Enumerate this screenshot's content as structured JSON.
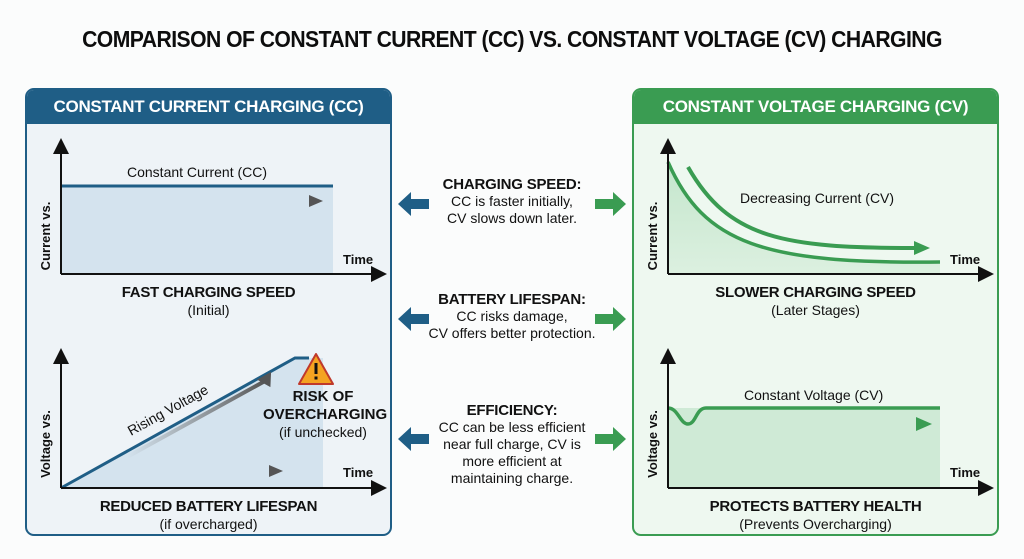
{
  "title": "COMPARISON OF CONSTANT CURRENT (CC) VS. CONSTANT VOLTAGE (CV) CHARGING",
  "colors": {
    "cc": "#1f5e86",
    "cv": "#3a9c52",
    "warning": "#f4a321"
  },
  "cc_panel": {
    "header": "CONSTANT CURRENT CHARGING (CC)",
    "top_chart": {
      "y_axis": "Current vs.",
      "x_axis": "Time",
      "curve_label": "Constant Current (CC)"
    },
    "top_caption": {
      "heading": "FAST CHARGING SPEED",
      "sub": "(Initial)"
    },
    "bottom_chart": {
      "y_axis": "Voltage vs.",
      "x_axis": "Time",
      "curve_label": "Rising Voltage"
    },
    "risk": {
      "heading_1": "RISK OF",
      "heading_2": "OVERCHARGING",
      "sub": "(if unchecked)",
      "icon": "warning-icon"
    },
    "bottom_caption": {
      "heading": "REDUCED BATTERY LIFESPAN",
      "sub": "(if overcharged)"
    }
  },
  "cv_panel": {
    "header": "CONSTANT VOLTAGE CHARGING (CV)",
    "top_chart": {
      "y_axis": "Current vs.",
      "x_axis": "Time",
      "curve_label": "Decreasing Current (CV)"
    },
    "top_caption": {
      "heading": "SLOWER CHARGING SPEED",
      "sub": "(Later Stages)"
    },
    "bottom_chart": {
      "y_axis": "Voltage vs.",
      "x_axis": "Time",
      "curve_label": "Constant Voltage (CV)"
    },
    "bottom_caption": {
      "heading": "PROTECTS BATTERY HEALTH",
      "sub": "(Prevents Overcharging)"
    }
  },
  "comparisons": [
    {
      "heading": "CHARGING SPEED:",
      "lines": [
        "CC is faster initially,",
        "CV slows down later."
      ]
    },
    {
      "heading": "BATTERY LIFESPAN:",
      "lines": [
        "CC risks damage,",
        "CV offers better protection."
      ]
    },
    {
      "heading": "EFFICIENCY:",
      "lines": [
        "CC can be less efficient",
        "near full charge, CV is",
        "more efficient at",
        "maintaining charge."
      ]
    }
  ]
}
